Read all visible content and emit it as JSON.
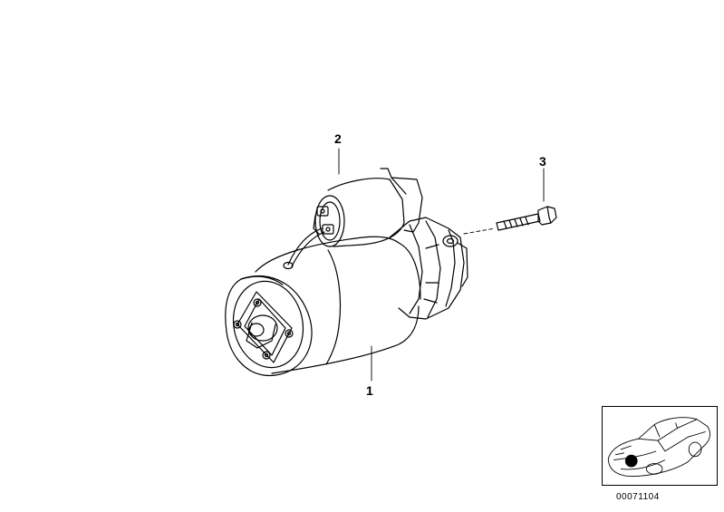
{
  "diagram": {
    "callouts": [
      {
        "id": "1",
        "label": "1",
        "part": "starter-motor"
      },
      {
        "id": "2",
        "label": "2",
        "part": "solenoid-switch"
      },
      {
        "id": "3",
        "label": "3",
        "part": "bolt"
      }
    ],
    "diagram_number": "00071104",
    "line_color": "#000000",
    "background_color": "#ffffff",
    "thumbnail_icon": "car-location-icon"
  }
}
